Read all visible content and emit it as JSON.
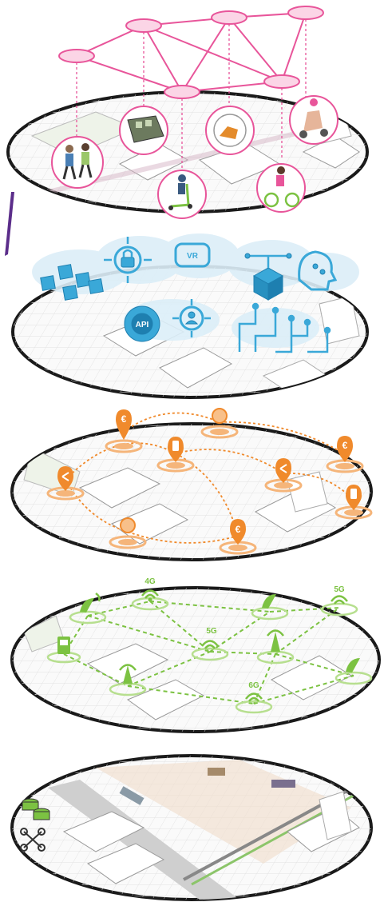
{
  "figure": {
    "layers": [
      {
        "id": "mobility",
        "color": "#e8559a",
        "icons": [
          "walking-people-icon",
          "train-icon",
          "car-wheel-icon",
          "scooter-rider-icon",
          "kick-scooter-icon",
          "bicycle-icon"
        ]
      },
      {
        "id": "digital",
        "color": "#3aa8d8",
        "icons": [
          "cubes-icon",
          "lock-circuit-icon",
          "vr-headset-icon",
          "cloud-box-icon",
          "ai-head-icon",
          "api-gear-icon",
          "user-network-icon",
          "circuit-board-icon"
        ]
      },
      {
        "id": "payments",
        "color": "#f08a2c",
        "icons": [
          "euro-pin-icon",
          "coin-pin-icon",
          "phone-pin-icon",
          "share-pin-icon"
        ]
      },
      {
        "id": "connectivity",
        "color": "#7cc242",
        "labels": [
          "4G",
          "5G",
          "5G",
          "6G"
        ],
        "icons": [
          "satellite-dish-icon",
          "signal-tower-icon",
          "charging-station-icon"
        ]
      },
      {
        "id": "physical",
        "color": "#9c9c9c",
        "icons": [
          "storage-tanks-icon",
          "drone-icon",
          "tram-icon",
          "ship-icon"
        ]
      }
    ],
    "accent": "#5b2d8a"
  }
}
